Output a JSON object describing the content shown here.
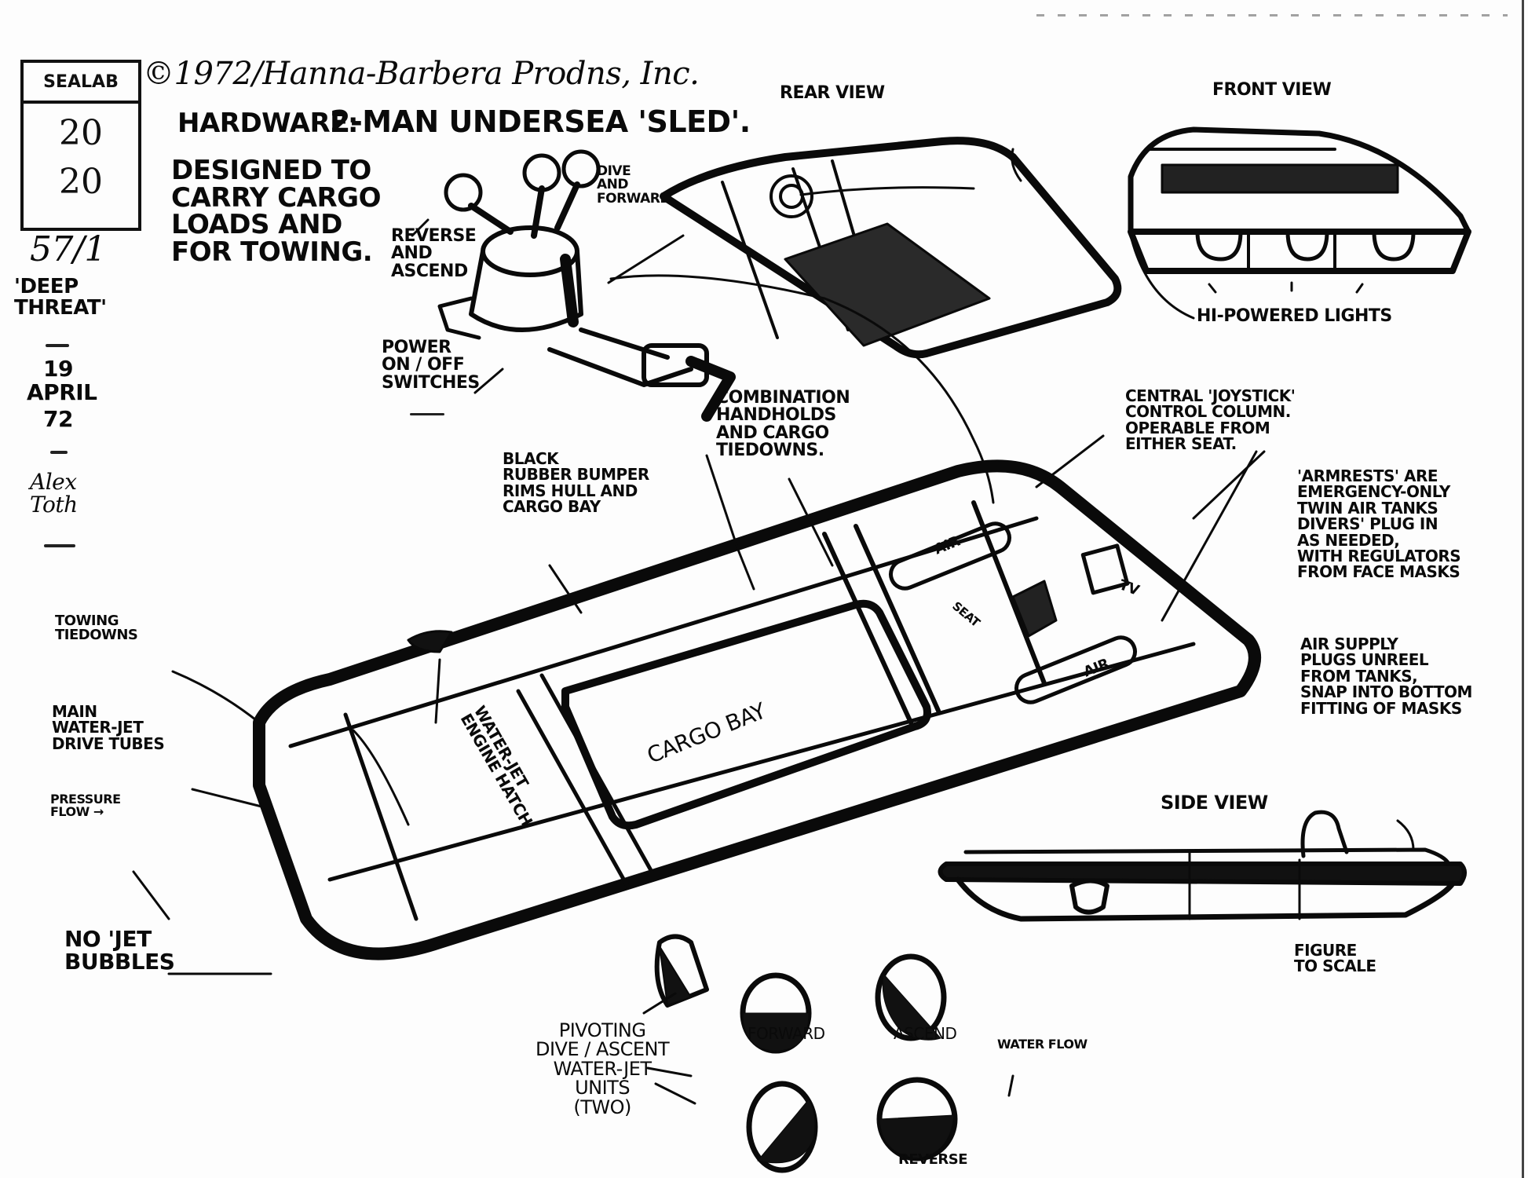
{
  "sheet": {
    "title_box": {
      "show": "SEALAB",
      "number_line1": "20",
      "number_line2": "20"
    },
    "production": {
      "episode_number": "57/1",
      "episode_title": "'DEEP THREAT'",
      "date_day": "19",
      "date_month": "APRIL",
      "date_year": "72",
      "artist": "Alex Toth"
    },
    "copyright": "©1972/Hanna-Barbera Prodns, Inc.",
    "heading_label": "HARDWARE:",
    "heading_subject": "2-MAN UNDERSEA 'SLED'.",
    "description": "DESIGNED TO\nCARRY CARGO\nLOADS and\nfor TOWING."
  },
  "views": {
    "rear": "REAR VIEW",
    "front": "FRONT VIEW",
    "side": "SIDE VIEW"
  },
  "callouts": {
    "dive_forward": "DIVE\nand\nFORWARD",
    "reverse_ascend": "REVERSE\nand\nASCEND",
    "power_switches": "POWER\nON / OFF\nSWITCHES",
    "hi_powered_lights": "HI-POWERED LIGHTS",
    "combination_handholds": "COMBINATION\nHANDHOLDS\nAND CARGO\nTIEDOWNS.",
    "central_joystick": "CENTRAL 'JOYSTICK'\nCONTROL COLUMN.\nOPERABLE FROM\nEITHER SEAT.",
    "black_rubber_bumper": "BLACK\nRUBBER BUMPER\nRIMS HULL and\nCARGO BAY",
    "armrests": "'ARMRESTS' ARE\nEMERGENCY-ONLY\nTWIN AIR TANKS\nDIVERS' PLUG IN\nAS NEEDED,\nWITH REGULATORS\nFROM FACE MASKS",
    "air_supply": "AIR SUPPLY\nPLUGS UNREEL\nFROM TANKS,\nSNAP INTO BOTTOM\nFITTING OF MASKS",
    "towing_tiedowns": "TOWING\nTIEDOWNS",
    "main_water_jet": "MAIN\nWATER-JET\nDRIVE TUBES",
    "pressure_flow": "PRESSURE\nFLOW →",
    "no_jet_bubbles": "NO 'JET\nBUBBLES",
    "pivoting_units": "PIVOTING\nDIVE / ASCENT\nWATER-JET\nUNITS\n(TWO)",
    "figure_to_scale": "FIGURE\nTO SCALE",
    "water_flow": "WATER FLOW",
    "tv": "TV"
  },
  "hull_labels": {
    "cargo_bay": "CARGO BAY",
    "engine_hatch": "WATER-JET\nENGINE HATCH",
    "air_tank_1": "AIR",
    "air_tank_2": "AIR",
    "seat": "SEAT"
  },
  "jet_positions": [
    {
      "label": "FORWARD",
      "fill": "bottom-half"
    },
    {
      "label": "ASCEND",
      "fill": "diagonal"
    },
    {
      "label": "",
      "fill": "diagonal-lower-right"
    },
    {
      "label": "REVERSE",
      "fill": "bottom-half"
    }
  ],
  "colors": {
    "ink": "#0a0a0a",
    "paper": "#fdfdfd"
  }
}
